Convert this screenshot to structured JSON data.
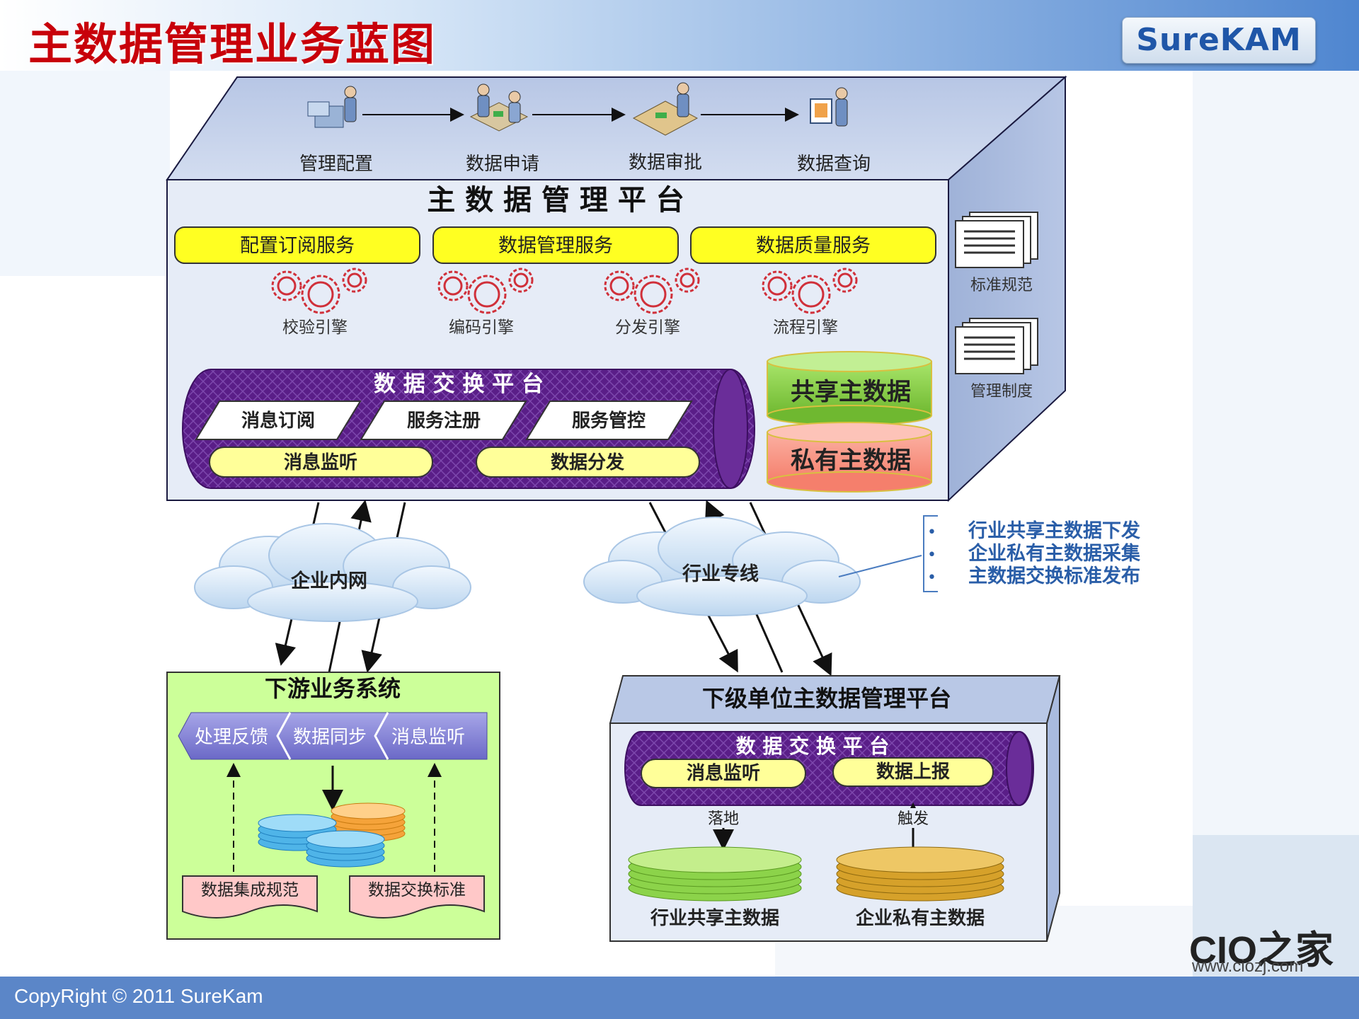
{
  "slide": {
    "title": "主数据管理业务蓝图",
    "logo": "SureKAM",
    "footer": "CopyRight © 2011 SureKam",
    "watermark": "CIO之家",
    "watermark_url": "www.ciozj.com"
  },
  "top_flow": {
    "steps": [
      "管理配置",
      "数据申请",
      "数据审批",
      "数据查询"
    ]
  },
  "main_platform": {
    "title": "主 数 据 管 理 平 台",
    "services": [
      "配置订阅服务",
      "数据管理服务",
      "数据质量服务"
    ],
    "engines": [
      "校验引擎",
      "编码引擎",
      "分发引擎",
      "流程引擎"
    ],
    "exchange_title": "数 据 交 换 平 台",
    "exchange_items": [
      "消息订阅",
      "服务注册",
      "服务管控"
    ],
    "exchange_ovals": [
      "消息监听",
      "数据分发"
    ],
    "shared_db": "共享主数据",
    "private_db": "私有主数据"
  },
  "side_docs": [
    "标准规范",
    "管理制度"
  ],
  "networks": {
    "left": "企业内网",
    "right": "行业专线"
  },
  "bullets": [
    "行业共享主数据下发",
    "企业私有主数据采集",
    "主数据交换标准发布"
  ],
  "downstream": {
    "title": "下游业务系统",
    "arrows": [
      "处理反馈",
      "数据同步",
      "消息监听"
    ],
    "docs": [
      "数据集成规范",
      "数据交换标准"
    ]
  },
  "subunit": {
    "title": "下级单位主数据管理平台",
    "exchange_title": "数 据 交 换 平 台",
    "ovals": [
      "消息监听",
      "数据上报"
    ],
    "down_label": "落地",
    "up_label": "触发",
    "dbs": [
      "行业共享主数据",
      "企业私有主数据"
    ]
  },
  "colors": {
    "title_red": "#c8000a",
    "box_fill": "#e6ecf7",
    "yellow": "#ffff22",
    "purple": "#5a1e88",
    "green_db": "#8cd34a",
    "pink_db": "#f89a8a",
    "downstream_green": "#ccff99",
    "bullet_blue": "#2a5ea8"
  }
}
